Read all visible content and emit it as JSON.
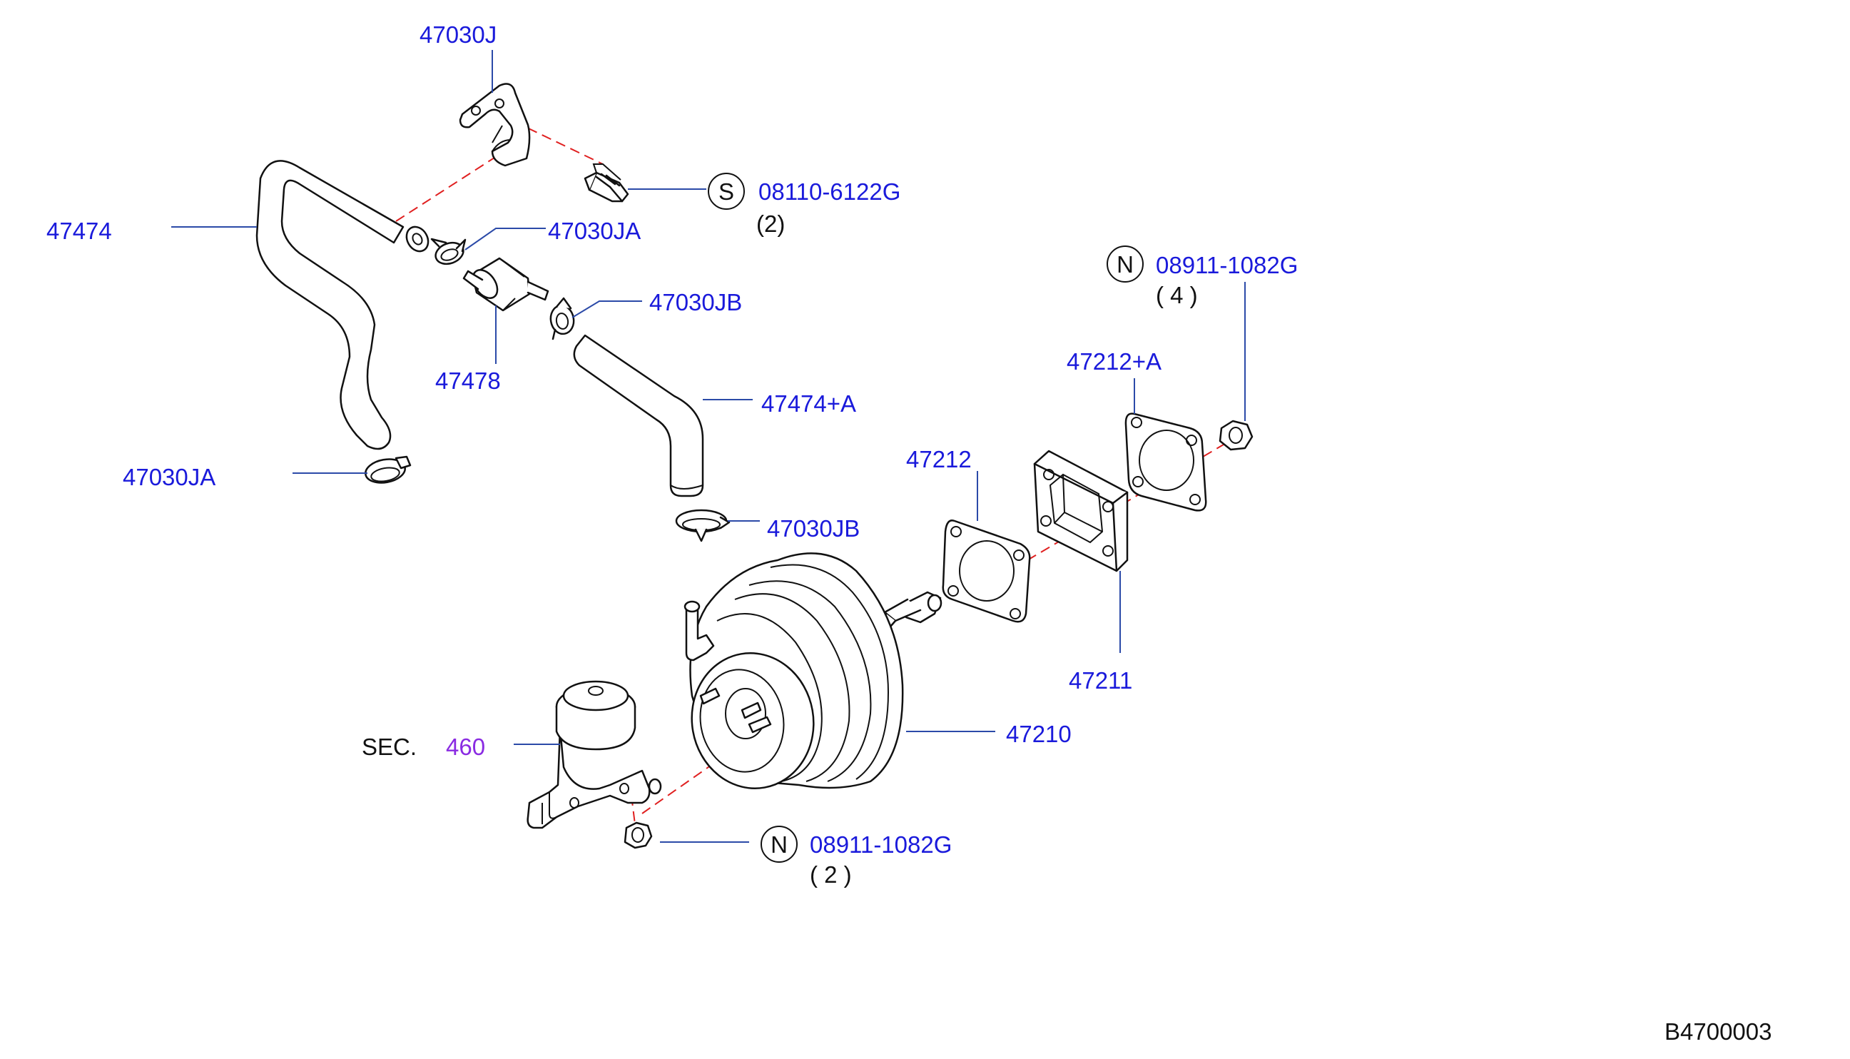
{
  "diagram_id": "B4700003",
  "labels": {
    "p47030J": "47030J",
    "p47474": "47474",
    "p47030JA_top": "47030JA",
    "p47030JB_top": "47030JB",
    "p47478": "47478",
    "p47474A": "47474+A",
    "p47030JA_bot": "47030JA",
    "p47030JB_bot": "47030JB",
    "p47212": "47212",
    "p47212A": "47212+A",
    "p47211": "47211",
    "p47210": "47210",
    "sec_prefix": "SEC.",
    "sec_ref": "460"
  },
  "fasteners": {
    "bolt": {
      "symbol": "S",
      "part": "08110-6122G",
      "qty": "(2)"
    },
    "nut_top": {
      "symbol": "N",
      "part": "08911-1082G",
      "qty": "( 4 )"
    },
    "nut_bottom": {
      "symbol": "N",
      "part": "08911-1082G",
      "qty": "( 2 )"
    }
  },
  "colors": {
    "part_number": "#1a1adb",
    "section_ref": "#8a2be2",
    "leader_line": "#2b4aa8",
    "assembly_dash": "#e02020",
    "outline": "#111111"
  }
}
